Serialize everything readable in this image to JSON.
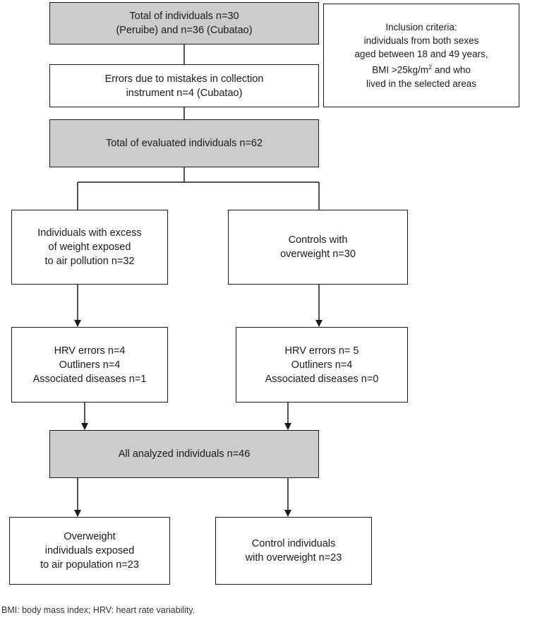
{
  "boxes": {
    "total": {
      "line1": "Total of individuals n=30",
      "line2": "(Peruibe) and n=36 (Cubatao)"
    },
    "inclusion": {
      "line1": "Inclusion criteria:",
      "line2": "individuals from both sexes",
      "line3": "aged between 18 and 49 years,",
      "line4_prefix": "BMI >25kg/m",
      "line4_sup": "2",
      "line4_suffix": " and who",
      "line5": "lived in the selected areas"
    },
    "errors": {
      "line1": "Errors due to mistakes in collection",
      "line2": "instrument n=4 (Cubatao)"
    },
    "evaluated": {
      "line1": "Total of evaluated individuals n=62"
    },
    "exposed": {
      "line1": "Individuals with excess",
      "line2": "of weight exposed",
      "line3": "to air pollution n=32"
    },
    "controls": {
      "line1": "Controls with",
      "line2": "overweight n=30"
    },
    "exclusions_left": {
      "line1": "HRV errors n=4",
      "line2": "Outliners n=4",
      "line3": "Associated diseases n=1"
    },
    "exclusions_right": {
      "line1": "HRV errors n= 5",
      "line2": "Outliners n=4",
      "line3": "Associated diseases n=0"
    },
    "analyzed": {
      "line1": "All analyzed individuals n=46"
    },
    "final_left": {
      "line1": "Overweight",
      "line2": "individuals exposed",
      "line3": "to air population n=23"
    },
    "final_right": {
      "line1": "Control individuals",
      "line2": "with overweight n=23"
    }
  },
  "footnote": "BMI: body mass index; HRV: heart rate variability.",
  "colors": {
    "grey_box": "#cccccc",
    "line": "#1a1a1a"
  }
}
